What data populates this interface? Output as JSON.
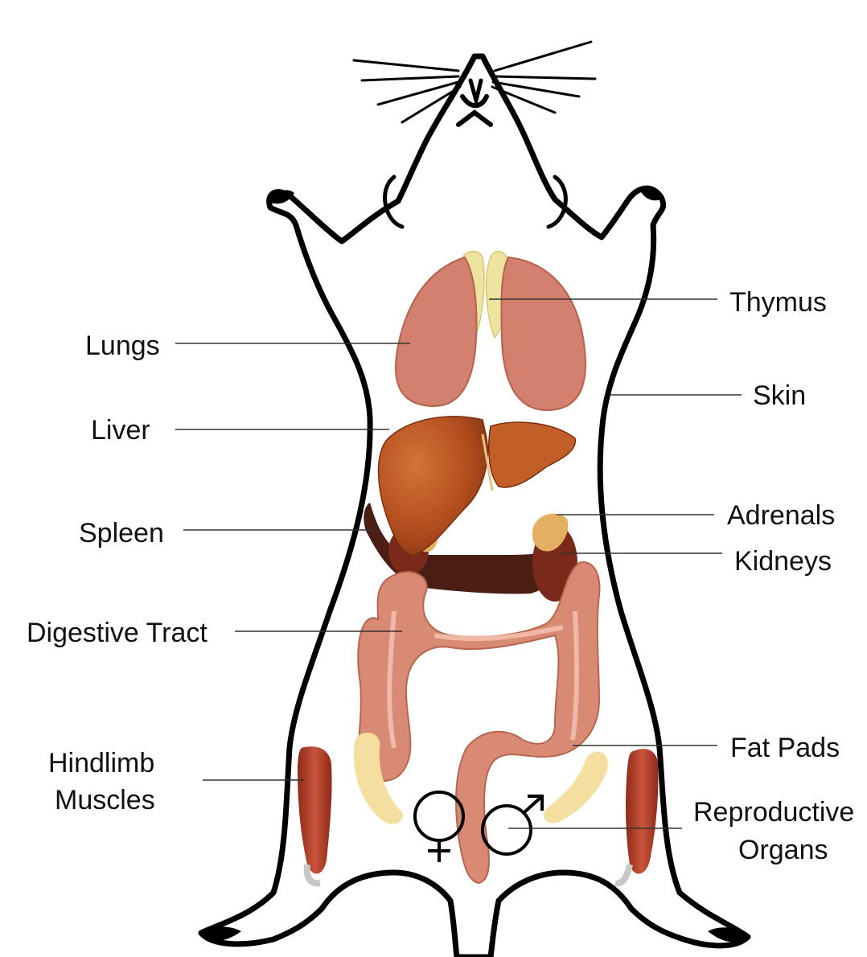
{
  "labels": {
    "thymus": "Thymus",
    "lungs": "Lungs",
    "skin": "Skin",
    "liver": "Liver",
    "adrenals": "Adrenals",
    "spleen": "Spleen",
    "kidneys": "Kidneys",
    "digestive_tract": "Digestive Tract",
    "fat_pads": "Fat Pads",
    "hindlimb_line1": "Hindlimb",
    "hindlimb_line2": "Muscles",
    "reproductive_line1": "Reproductive",
    "reproductive_line2": "Organs"
  },
  "symbols": {
    "female": "female-symbol",
    "male": "male-symbol"
  },
  "colors": {
    "outline": "#000000",
    "lungs": "#d4806e",
    "thymus": "#efe3a0",
    "liver": "#b8501e",
    "spleen": "#4a1e14",
    "kidneys": "#7a2a1a",
    "adrenals": "#e2b060",
    "intestine": "#d98a74",
    "fat_pads": "#f5dfa0",
    "muscle": "#b6402a"
  }
}
